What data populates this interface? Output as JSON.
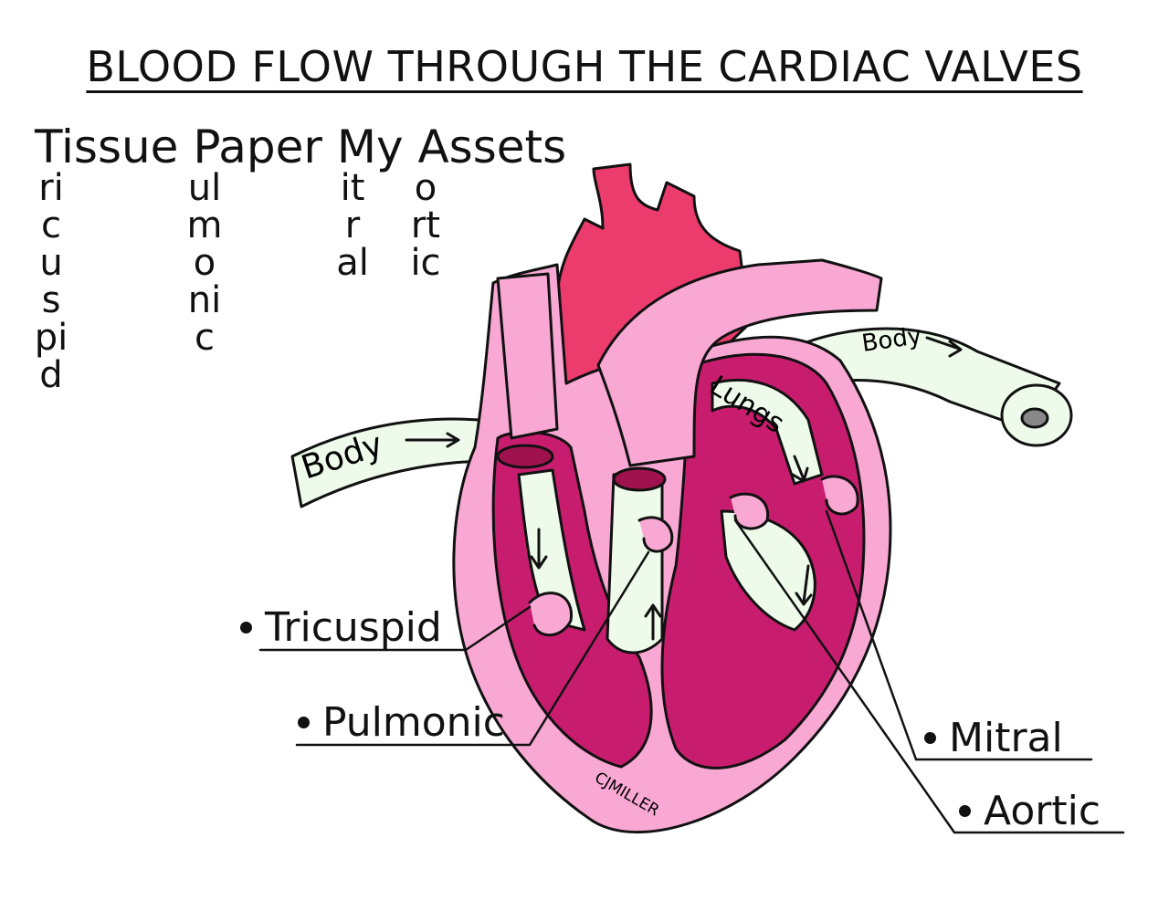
{
  "title": "BLOOD FLOW THROUGH THE CARDIAC VALVES",
  "mnemonic": {
    "phrase": "Tissue Paper My Assets",
    "columns": [
      {
        "letters": "ricuspid"
      },
      {
        "letters": "ulmonic"
      },
      {
        "letters": "itral"
      },
      {
        "letters": "ortic"
      }
    ]
  },
  "flow_labels": {
    "body_in": "Body",
    "lungs": "Lungs",
    "body_out": "Body"
  },
  "callouts": {
    "tricuspid": "Tricuspid",
    "pulmonic": "Pulmonic",
    "mitral": "Mitral",
    "aortic": "Aortic"
  },
  "signature": "CJMILLER",
  "colors": {
    "light_pink": "#f9a8d4",
    "magenta": "#c81d6e",
    "aorta_red": "#ec3c6e",
    "paper_mint": "#eefbea",
    "outline": "#111111"
  }
}
